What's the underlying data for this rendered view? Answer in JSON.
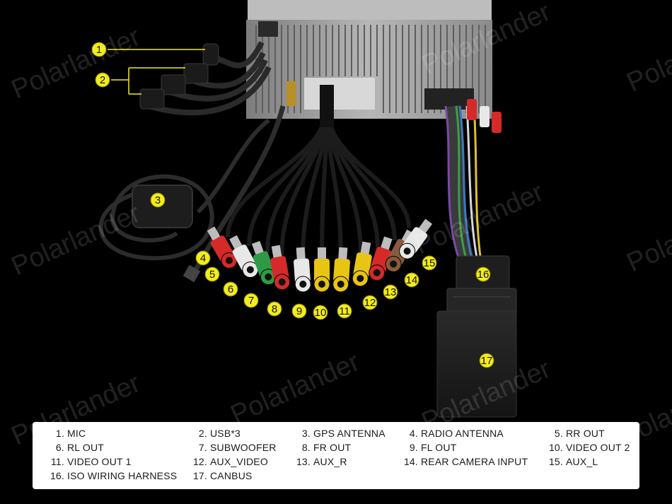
{
  "watermark": "Polarlander",
  "callouts": [
    "1",
    "2",
    "3",
    "4",
    "5",
    "6",
    "7",
    "8",
    "9",
    "10",
    "11",
    "12",
    "13",
    "14",
    "15",
    "16",
    "17"
  ],
  "legend": {
    "items": [
      {
        "num": "1.",
        "label": "MIC"
      },
      {
        "num": "2.",
        "label": "USB*3"
      },
      {
        "num": "3.",
        "label": "GPS ANTENNA"
      },
      {
        "num": "4.",
        "label": "RADIO ANTENNA"
      },
      {
        "num": "5.",
        "label": "RR OUT"
      },
      {
        "num": "6.",
        "label": "RL OUT"
      },
      {
        "num": "7.",
        "label": "SUBWOOFER"
      },
      {
        "num": "8.",
        "label": "FR OUT"
      },
      {
        "num": "9.",
        "label": "FL OUT"
      },
      {
        "num": "10.",
        "label": "VIDEO OUT 2"
      },
      {
        "num": "11.",
        "label": "VIDEO OUT 1"
      },
      {
        "num": "12.",
        "label": "AUX_VIDEO"
      },
      {
        "num": "13.",
        "label": "AUX_R"
      },
      {
        "num": "14.",
        "label": "REAR CAMERA INPUT"
      },
      {
        "num": "15.",
        "label": "AUX_L"
      },
      {
        "num": "16.",
        "label": "ISO WIRING HARNESS"
      },
      {
        "num": "17.",
        "label": "CANBUS"
      }
    ]
  },
  "colors": {
    "callout_fill": "#f3ec1c",
    "background": "#000000",
    "chassis": "#9a9a9a",
    "rca_red": "#d42a2a",
    "rca_white": "#e8e8e8",
    "rca_yellow": "#e8c514",
    "rca_green": "#2f9a45",
    "rca_brown": "#8a5a3c"
  }
}
